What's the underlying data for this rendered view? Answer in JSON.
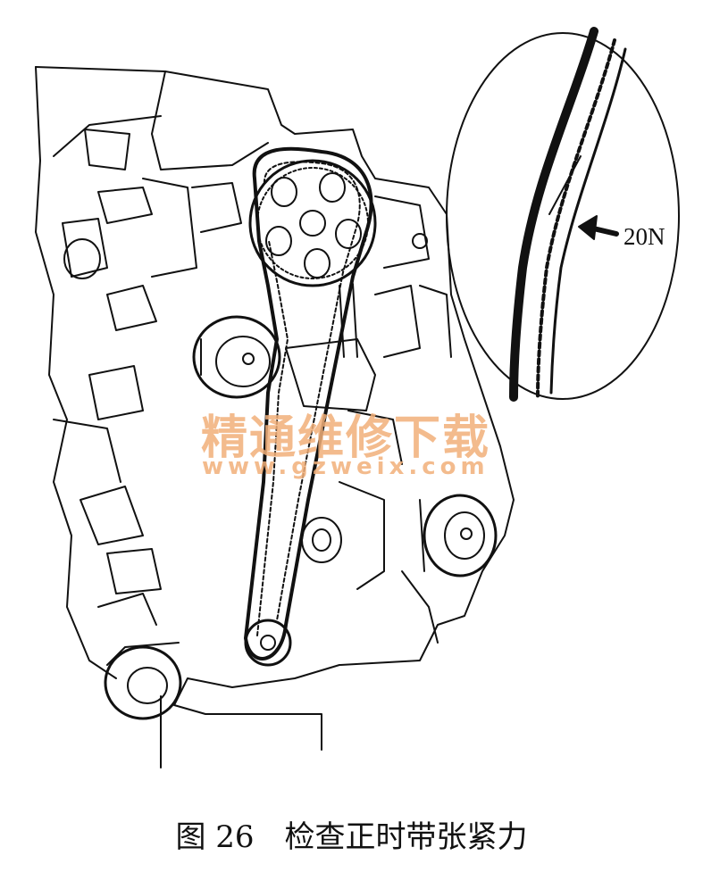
{
  "callout": {
    "force_label": "20N"
  },
  "watermark": {
    "site_name": "精通维修下载",
    "url": "www.gzweix.com",
    "color": "#f2b07a"
  },
  "caption": {
    "figure_number": "图 26",
    "title": "检查正时带张紧力"
  }
}
